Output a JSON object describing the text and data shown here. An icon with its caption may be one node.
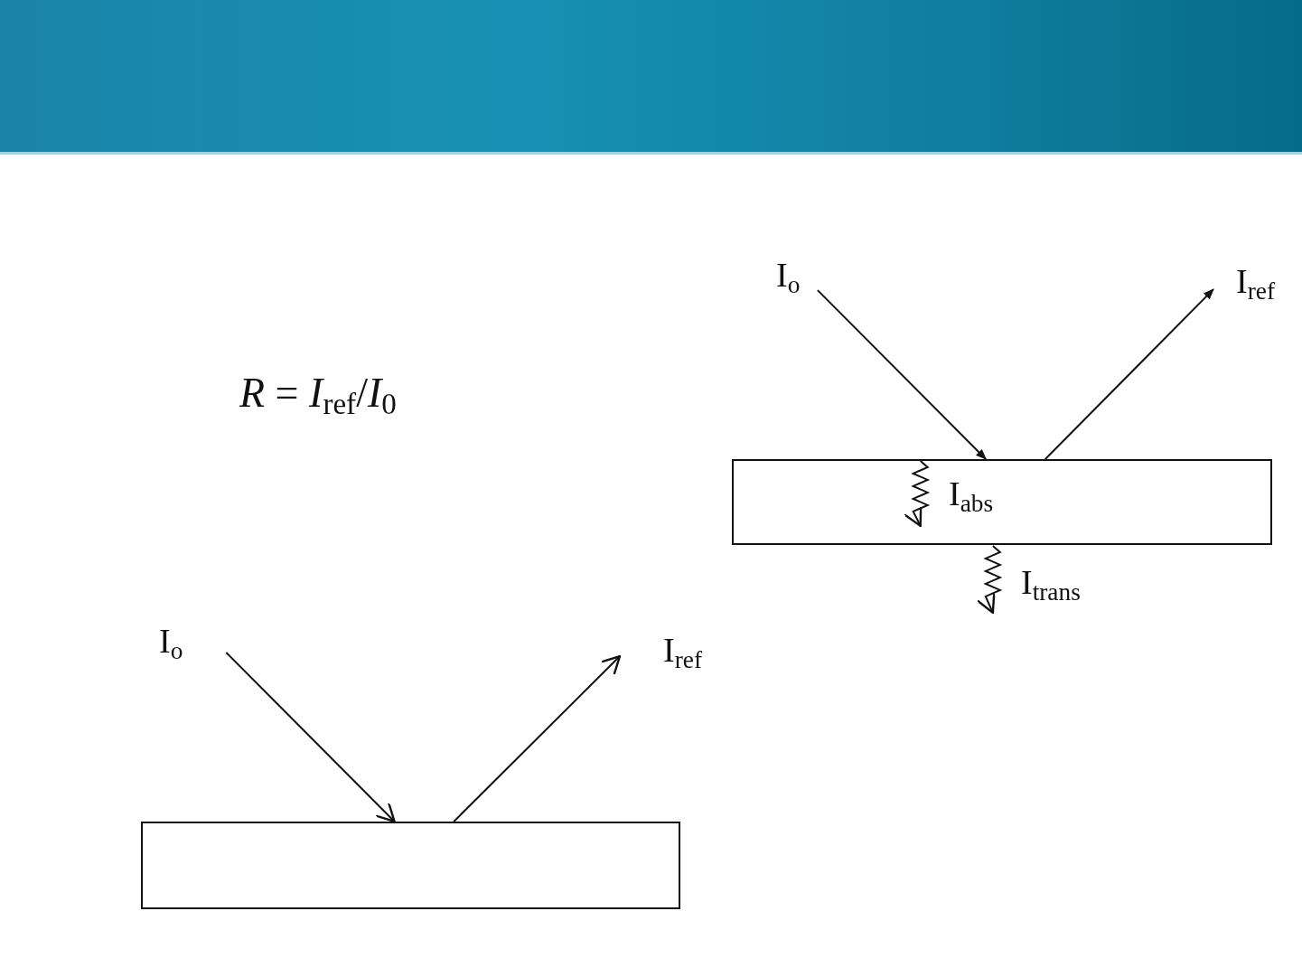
{
  "diagram": {
    "nodes": [
      {
        "text": [
          "I$_{o}$"
        ]
      },
      {
        "text": [
          "I$_{ref}$"
        ]
      },
      {
        "text": [],
        "shape": "box"
      },
      {
        "text": [
          "I$_{o}$"
        ]
      },
      {
        "text": [
          "I$_{ref}$"
        ]
      },
      {
        "text": [],
        "shape": "box"
      }
    ],
    "edges": [
      {
        "from": 0,
        "to": 2,
        "arrow": "to"
      },
      {
        "from": 2,
        "to": 1,
        "arrow": "to"
      },
      {
        "from": null,
        "to": 2,
        "arrow": "to",
        "label": "I$_{abs}$"
      },
      {
        "from": 2,
        "to": null,
        "arrow": "to",
        "label": "I$_{trans}$"
      },
      {
        "from": 3,
        "to": 5,
        "arrow": "to"
      },
      {
        "from": 5,
        "to": 4,
        "arrow": "to"
      }
    ],
    "labels": [
      "*R* = *I*$_{ref}$/*I*$_{0}$"
    ]
  }
}
